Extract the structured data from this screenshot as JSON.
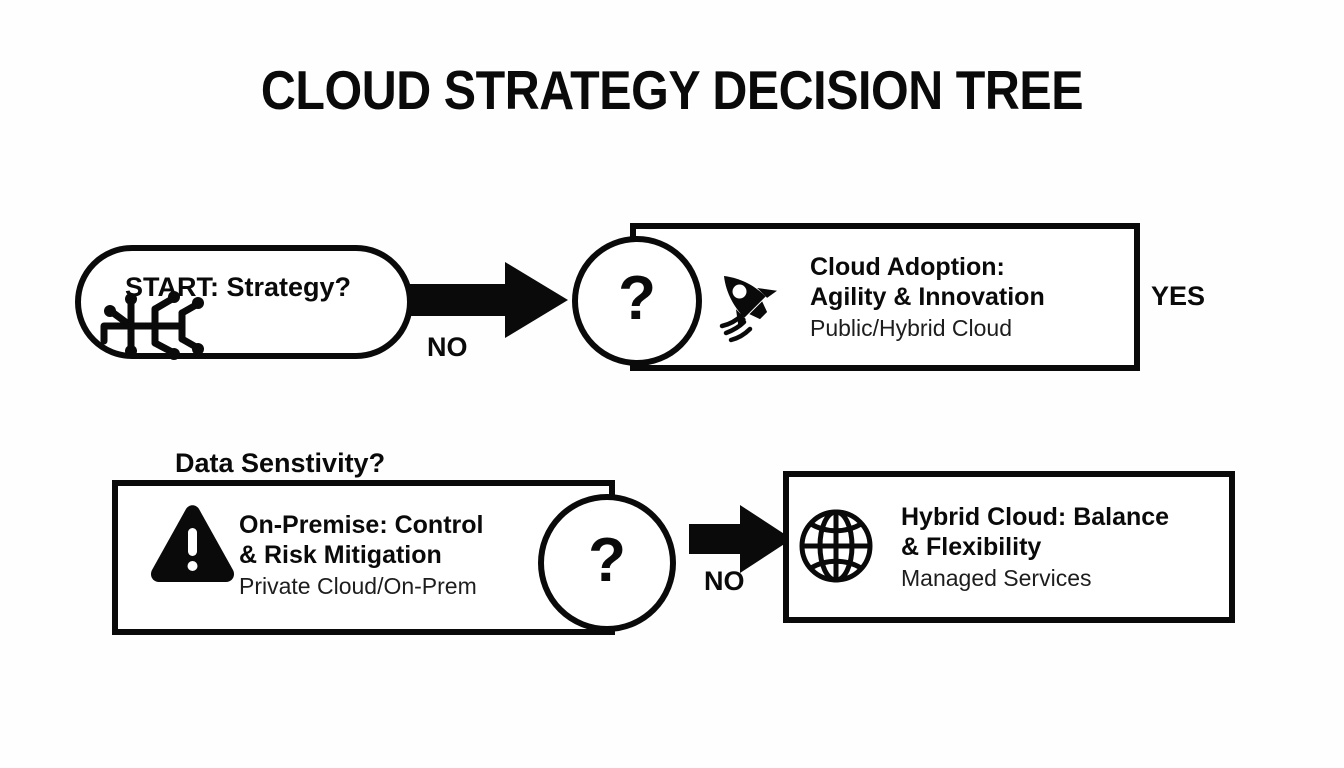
{
  "page": {
    "title": "CLOUD STRATEGY DECISION TREE",
    "background_color": "#fefefe",
    "ink_color": "#0a0a0a"
  },
  "diagram": {
    "type": "decision-tree-flowchart",
    "start_node": {
      "label": "START: Strategy?",
      "shape": "stadium",
      "icon": "branching-tree-icon"
    },
    "decision_nodes": [
      {
        "id": "decision-1",
        "symbol": "?",
        "shape": "circle",
        "question": ""
      },
      {
        "id": "decision-2",
        "symbol": "?",
        "shape": "circle",
        "question": "Data Senstivity?"
      }
    ],
    "outcome_cards": [
      {
        "id": "cloud-adoption",
        "icon": "rocket-icon",
        "title_line_1": "Cloud Adoption:",
        "title_line_2": "Agility & Innovation",
        "subtitle": "Public/Hybrid Cloud"
      },
      {
        "id": "on-premise",
        "icon": "warning-triangle-icon",
        "title_line_1": "On-Premise: Control",
        "title_line_2": "& Risk Mitigation",
        "subtitle": "Private Cloud/On-Prem"
      },
      {
        "id": "hybrid-cloud",
        "icon": "globe-icon",
        "title_line_1": "Hybrid Cloud: Balance",
        "title_line_2": "& Flexibility",
        "subtitle": "Managed Services"
      }
    ],
    "edge_labels": {
      "start_to_decision1": "NO",
      "decision1_yes": "YES",
      "decision2_to_hybrid": "NO"
    }
  }
}
